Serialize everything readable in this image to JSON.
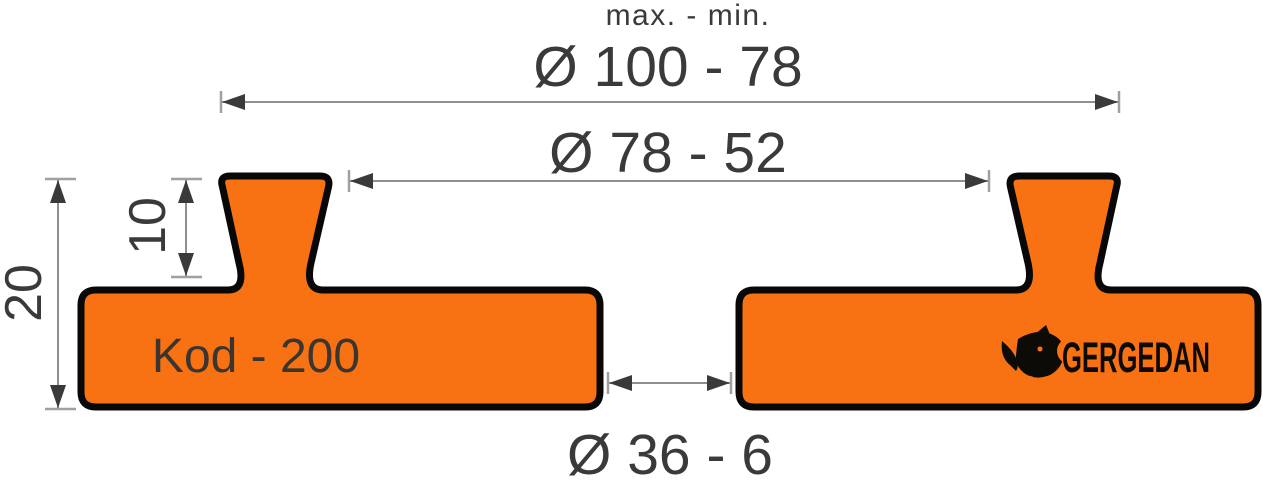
{
  "note_max_min": "max. - min.",
  "dimensions": {
    "outer_diameter": "Ø 100 - 78",
    "middle_diameter": "Ø 78 - 52",
    "gap_diameter": "Ø 36 - 6",
    "total_height": "20",
    "stem_height": "10"
  },
  "part_code": "Kod - 200",
  "brand_name": "GERGEDAN",
  "colors": {
    "profile_fill": "#F87213",
    "profile_outline": "#080808",
    "dimension_line": "#8f8f8f",
    "arrowhead": "#3a3a3a",
    "dimension_text": "#3a3a3a",
    "part_code_text": "#3a352e",
    "logo_black": "#0d0b06",
    "background": "#ffffff"
  }
}
